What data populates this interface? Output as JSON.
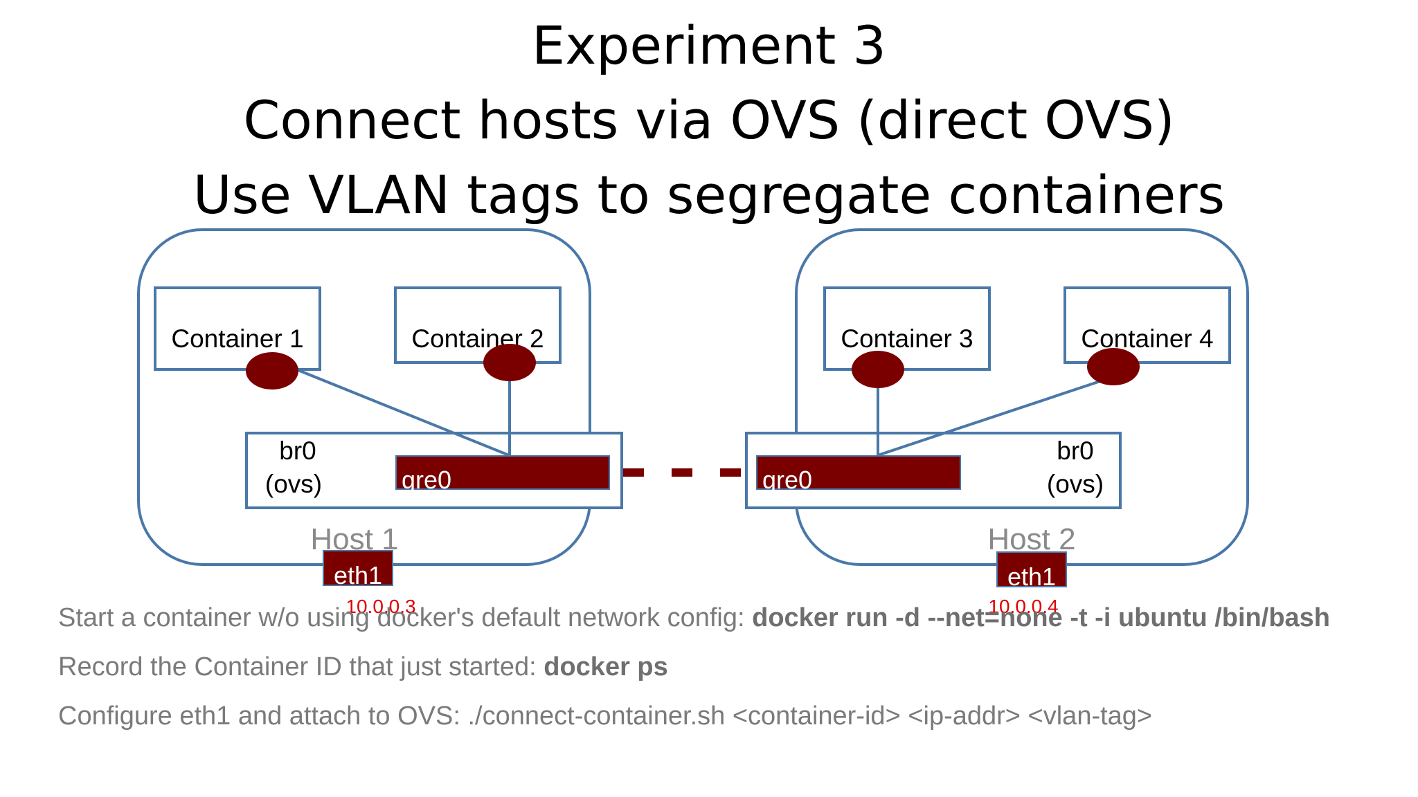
{
  "title": {
    "line1": "Experiment 3",
    "line2": "Connect hosts via OVS (direct OVS)",
    "line3": "Use VLAN tags to segregate containers"
  },
  "colors": {
    "host_border": "#4a78a8",
    "port_fill": "#7a0000",
    "label_red": "#e00000",
    "host_label": "#8a8a8a",
    "instruction_text": "#7a7a7a"
  },
  "diagram": {
    "host1": {
      "name": "Host 1",
      "bridge_name": "br0",
      "bridge_type": "(ovs)",
      "tunnel_port": "gre0",
      "nic": "eth1",
      "nic_ip": "10.0.0.3",
      "containers": [
        "Container 1",
        "Container 2"
      ]
    },
    "host2": {
      "name": "Host 2",
      "bridge_name": "br0",
      "bridge_type": "(ovs)",
      "tunnel_port": "gre0",
      "nic": "eth1",
      "nic_ip": "10.0.0.4",
      "containers": [
        "Container 3",
        "Container 4"
      ]
    }
  },
  "instructions": [
    {
      "text": "Start a container w/o using docker's default network config:  ",
      "command": "docker run -d --net=none -t -i ubuntu /bin/bash"
    },
    {
      "text": "Record the Container ID that just started: ",
      "command": "docker ps"
    },
    {
      "text": "Configure eth1 and attach to OVS: ./connect-container.sh <container-id> <ip-addr> <vlan-tag>",
      "command": ""
    }
  ]
}
